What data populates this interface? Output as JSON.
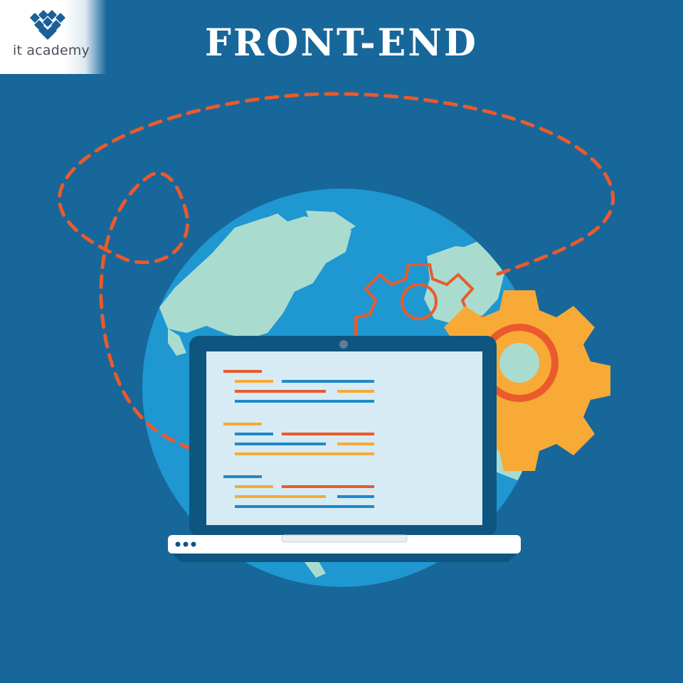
{
  "header": {
    "title": "FRONT-END",
    "logo_text": "it academy",
    "logo_icon": "heart-grid-icon"
  },
  "illustration": {
    "items": [
      "globe",
      "laptop",
      "code-lines",
      "gear-outline-icon",
      "gear-filled-icon",
      "dashed-path",
      "arrow-icon"
    ]
  },
  "colors": {
    "background": "#17679a",
    "globe_ocean": "#1f97d1",
    "globe_land": "#a9dccf",
    "accent_orange": "#ea5a2c",
    "accent_yellow": "#f7aa36",
    "code_blue": "#1f89c8",
    "laptop_frame": "#0e5580"
  }
}
